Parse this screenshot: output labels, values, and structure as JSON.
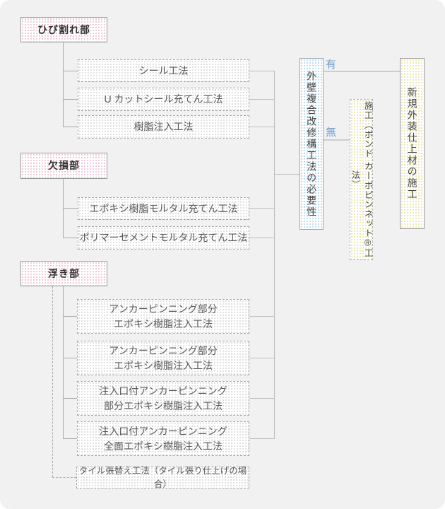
{
  "colors": {
    "card_bg": "#f1f1f1",
    "accent_blue": "#6e9fd2",
    "pink_dot": "#efc3d6",
    "blue_dot": "#b9d9eb",
    "yellow_dot": "#e9e5ad",
    "gray_dot": "#dcdcdc"
  },
  "flowchart": {
    "crack": {
      "title": "ひび割れ部",
      "methods": [
        "シール工法",
        "U カットシール充てん工法",
        "樹脂注入工法"
      ]
    },
    "defect": {
      "title": "欠損部",
      "methods": [
        "エポキシ樹脂モルタル充てん工法",
        "ポリマーセメントモルタル充てん工法"
      ]
    },
    "delamination": {
      "title": "浮き部",
      "methods": [
        "アンカーピンニング部分\nエポキシ樹脂注入工法",
        "アンカーピンニング部分\nエポキシ樹脂注入工法",
        "注入口付アンカーピンニング\n部分エポキシ樹脂注入工法",
        "注入口付アンカーピンニング\n全面エポキシ樹脂注入工法"
      ],
      "alt_method": "タイル張替え工法（タイル張り仕上げの場合）"
    },
    "decision": {
      "title": "外壁複合改修構工法の必要性",
      "branch_yes": "有",
      "branch_no": "無"
    },
    "construction": {
      "title": "施工（ボンド カーボピンネット®工法）"
    },
    "finish": {
      "title": "新規外装仕上材の施工"
    }
  }
}
